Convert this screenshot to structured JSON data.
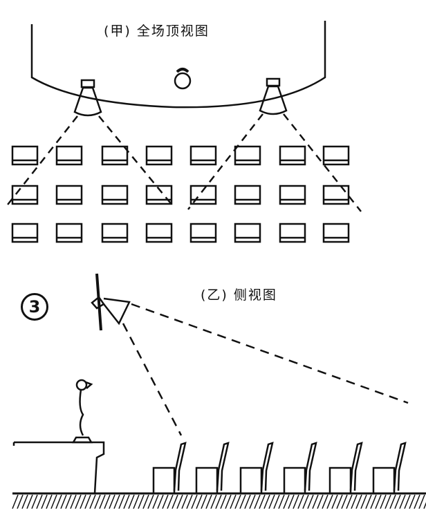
{
  "labels": {
    "top_view": "(甲) 全场顶视图",
    "side_view": "(乙) 侧视图",
    "figure_number": "3"
  },
  "colors": {
    "ink": "#111111",
    "paper": "#ffffff"
  },
  "seating": {
    "rows": 3,
    "seats_per_row": 8,
    "side_view_seats": 6
  },
  "icons": [
    "ceiling-speaker-icon",
    "performer-icon",
    "microphone-icon",
    "wall-speaker-icon"
  ]
}
